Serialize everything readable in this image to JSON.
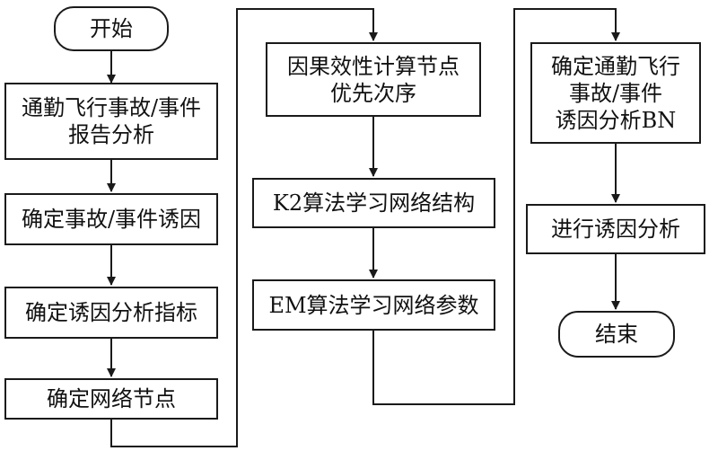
{
  "nodes": [
    {
      "id": "start",
      "label": "开始"
    },
    {
      "id": "report",
      "label": "通勤飞行事故/事件\n报告分析"
    },
    {
      "id": "cause",
      "label": "确定事故/事件诱因"
    },
    {
      "id": "index",
      "label": "确定诱因分析指标"
    },
    {
      "id": "netnodes",
      "label": "确定网络节点"
    },
    {
      "id": "order",
      "label": "因果效性计算节点\n优先次序"
    },
    {
      "id": "k2",
      "label": "K2算法学习网络结构"
    },
    {
      "id": "em",
      "label": "EM算法学习网络参数"
    },
    {
      "id": "bn",
      "label": "确定通勤飞行\n事故/事件\n诱因分析BN"
    },
    {
      "id": "analysis",
      "label": "进行诱因分析"
    },
    {
      "id": "end",
      "label": "结束"
    }
  ]
}
